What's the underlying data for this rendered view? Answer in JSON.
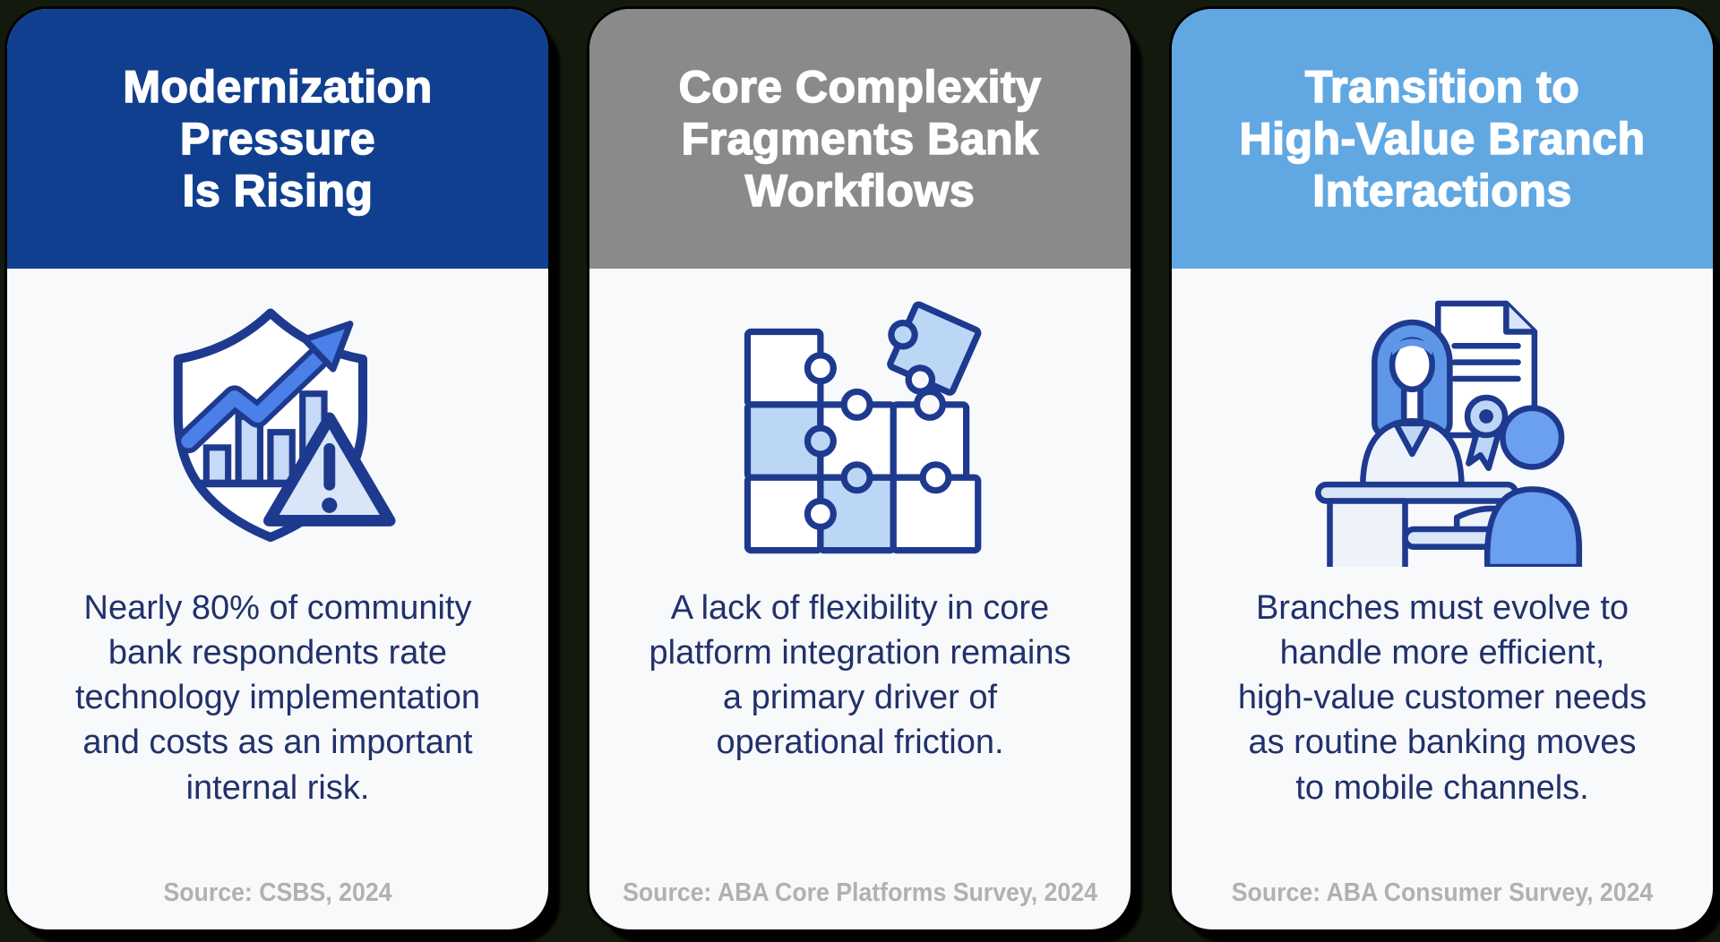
{
  "page": {
    "background": "#131a0d"
  },
  "colors": {
    "card_background": "#f8f9fa",
    "header_text": "#ffffff",
    "body_text": "#21316b",
    "source_text": "#b1b1b1",
    "icon_stroke": "#1e3a8f",
    "icon_fill_light": "#d9e6f8",
    "icon_fill_blue": "#bcd6f5",
    "icon_fill_mid": "#6b9ff0",
    "icon_accent": "#4a80e8"
  },
  "cards": [
    {
      "name": "modernization-pressure",
      "header": {
        "bg": "#103f90",
        "lines": [
          "Modernization",
          "Pressure",
          "Is Rising"
        ]
      },
      "icon": "shield-chart-warning-icon",
      "body_lines": [
        "Nearly 80% of community",
        "bank respondents rate",
        "technology implementation",
        "and costs as an important",
        "internal risk."
      ],
      "source": "Source: CSBS, 2024"
    },
    {
      "name": "core-complexity",
      "header": {
        "bg": "#8a8a8a",
        "lines": [
          "Core Complexity",
          "Fragments Bank",
          "Workflows"
        ]
      },
      "icon": "puzzle-fragmentation-icon",
      "body_lines": [
        "A lack of flexibility in core",
        "platform integration remains",
        "a primary driver of",
        "operational friction."
      ],
      "source": "Source: ABA Core Platforms Survey, 2024"
    },
    {
      "name": "branch-transition",
      "header": {
        "bg": "#61a8e2",
        "lines": [
          "Transition to",
          "High-Value Branch",
          "Interactions"
        ]
      },
      "icon": "teller-interaction-icon",
      "body_lines": [
        "Branches must evolve to",
        "handle more efficient,",
        "high-value customer needs",
        "as routine banking moves",
        "to mobile channels."
      ],
      "source": "Source: ABA Consumer Survey, 2024"
    }
  ]
}
